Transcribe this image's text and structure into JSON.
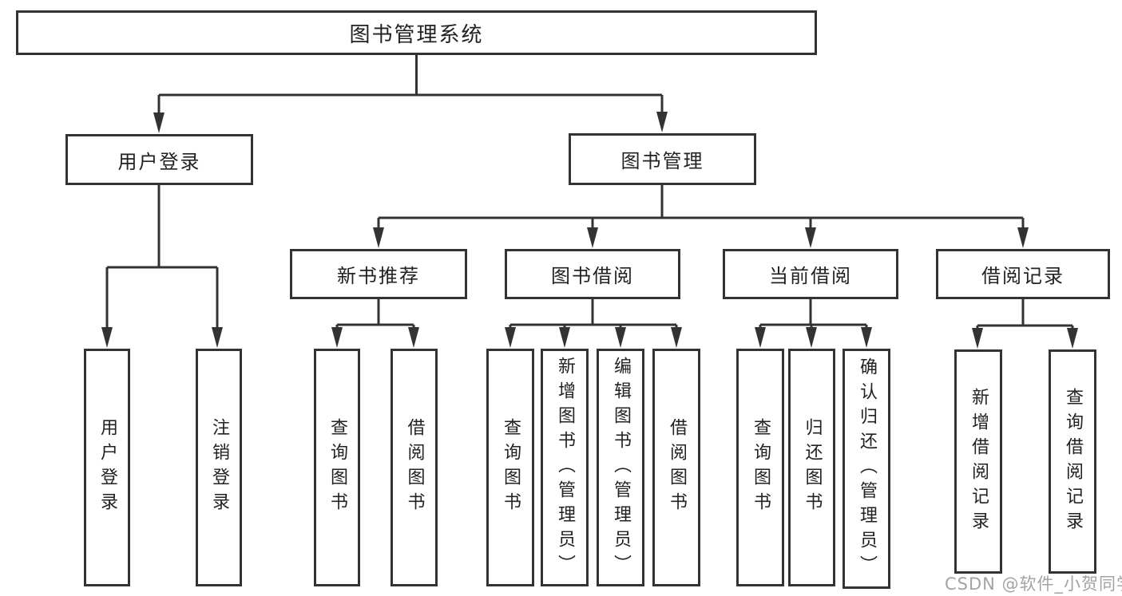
{
  "diagram": {
    "title_node": "图书管理系统",
    "l2": {
      "user_login": "用户登录",
      "book_mgmt": "图书管理"
    },
    "l3": {
      "new_book_rec": "新书推荐",
      "book_borrow": "图书借阅",
      "current_borrow": "当前借阅",
      "borrow_records": "借阅记录"
    },
    "leaves": {
      "user_login": "用户登录",
      "logout": "注销登录",
      "rec_query": "查询图书",
      "rec_borrow": "借阅图书",
      "bb_query": "查询图书",
      "bb_add": "新增图书（管理员）",
      "bb_edit": "编辑图书（管理员）",
      "bb_borrow": "借阅图书",
      "cb_query": "查询图书",
      "cb_return": "归还图书",
      "cb_confirm": "确认归还（管理员）",
      "br_add": "新增借阅记录",
      "br_query": "查询借阅记录"
    }
  },
  "colors": {
    "line": "#333333",
    "text": "#222222",
    "watermark": "#a3a3a3"
  },
  "watermark": "CSDN @软件_小贺同学"
}
